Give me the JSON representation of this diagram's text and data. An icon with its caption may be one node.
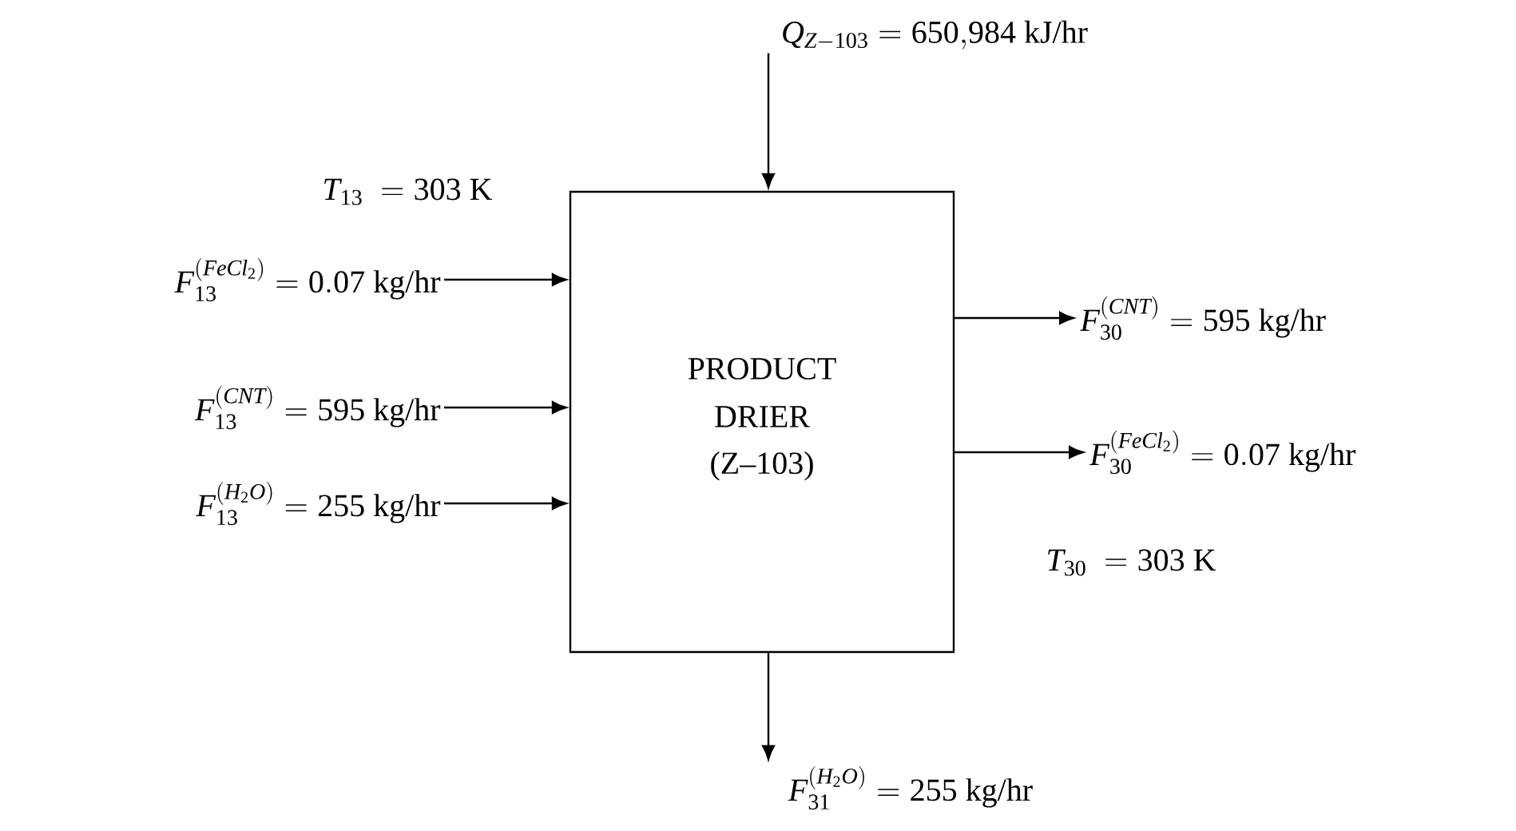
{
  "diagram": {
    "nodes": [
      {
        "text": [
          "PRODUCT DRIER",
          "(Z–103)"
        ]
      },
      {
        "text": [
          "Q_{Z-103} = 650{,}984\\text{ kJ/hr}"
        ]
      },
      {
        "text": [
          "F_{13}^{(FeCl_2)} = 0.07\\text{ kg/hr}"
        ]
      },
      {
        "text": [
          "F_{13}^{(CNT)} = 595\\text{ kg/hr}"
        ]
      },
      {
        "text": [
          "F_{13}^{(H_2O)} = 255\\text{ kg/hr}"
        ]
      },
      {
        "text": [
          "F_{30}^{(CNT)} = 595\\text{ kg/hr}"
        ]
      },
      {
        "text": [
          "F_{30}^{(FeCl_2)} = 0.07\\text{ kg/hr}"
        ]
      },
      {
        "text": [
          "F_{31}^{(H_2O)} = 255\\text{ kg/hr}"
        ]
      }
    ],
    "edges": [
      {
        "from": 1,
        "to": 0,
        "arrow": "to"
      },
      {
        "from": 2,
        "to": 0,
        "arrow": "to"
      },
      {
        "from": 3,
        "to": 0,
        "arrow": "to"
      },
      {
        "from": 4,
        "to": 0,
        "arrow": "to"
      },
      {
        "from": 0,
        "to": 5,
        "arrow": "to"
      },
      {
        "from": 0,
        "to": 6,
        "arrow": "to"
      },
      {
        "from": 0,
        "to": 7,
        "arrow": "to"
      }
    ],
    "labels": [
      "T_{13}\\ = 303\\text{ K}",
      "T_{30}\\ = 303\\text{ K}"
    ]
  }
}
